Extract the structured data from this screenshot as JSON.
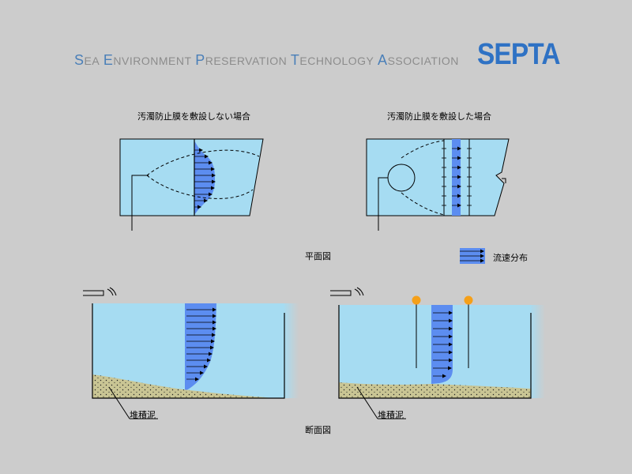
{
  "header": {
    "org_words": [
      {
        "cap": "S",
        "rest": "EA"
      },
      {
        "cap": "E",
        "rest": "NVIRONMENT"
      },
      {
        "cap": "P",
        "rest": "RESERVATION"
      },
      {
        "cap": "T",
        "rest": "ECHNOLOGY"
      },
      {
        "cap": "A",
        "rest": "SSOCIATION"
      }
    ],
    "logo": "SEPTA"
  },
  "labels": {
    "plan_without": "汚濁防止膜を敷設しない場合",
    "plan_with": "汚濁防止膜を敷設した場合",
    "plan_view": "平面図",
    "legend_flow": "流速分布",
    "sediment_left": "堆積泥",
    "sediment_right": "堆積泥",
    "section_view": "断面図"
  },
  "colors": {
    "background": "#cccccc",
    "water": "#a6dcf2",
    "flow": "#5c8df0",
    "sediment": "#c9c594",
    "buoy": "#f5a019",
    "logo": "#2f72c4",
    "header_cap": "#4a7fb8",
    "header_text": "#8c8c8c"
  }
}
